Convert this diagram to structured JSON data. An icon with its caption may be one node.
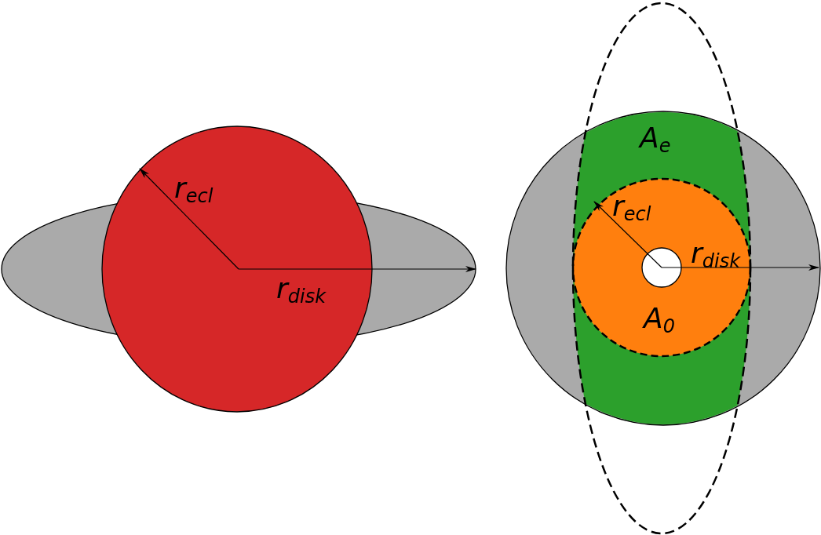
{
  "diagram": {
    "labels": [
      "r$_{ecl}$",
      "r$_{disk}$",
      "A$_{e}$",
      "r$_{ecl}$",
      "r$_{disk}$",
      "A$_{0}$"
    ]
  }
}
